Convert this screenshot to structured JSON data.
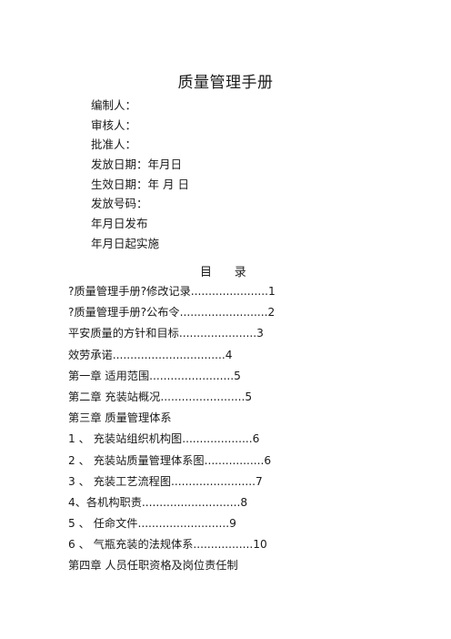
{
  "document": {
    "title": "质量管理手册",
    "meta_lines": [
      "编制人：",
      "审核人：",
      "批准人：",
      "发放日期：年月日",
      "生效日期：年  月 日",
      "发放号码：",
      "年月日发布",
      "年月日起实施"
    ],
    "toc_heading": "目      录",
    "toc_entries": [
      "?质量管理手册?修改记录......................1",
      "?质量管理手册?公布令.........................2",
      "平安质量的方针和目标......................3",
      "效劳承诺................................4",
      "第一章  适用范围........................5",
      "第二章  充装站概况........................5",
      "第三章  质量管理体系",
      "1 、 充装站组织机构图....................6",
      "2 、 充装站质量管理体系图.................6",
      "3 、 充装工艺流程图........................7",
      "4、各机构职责............................8",
      "5 、 任命文件..........................9",
      "6 、 气瓶充装的法规体系.................10",
      "第四章 人员任职资格及岗位责任制"
    ]
  }
}
